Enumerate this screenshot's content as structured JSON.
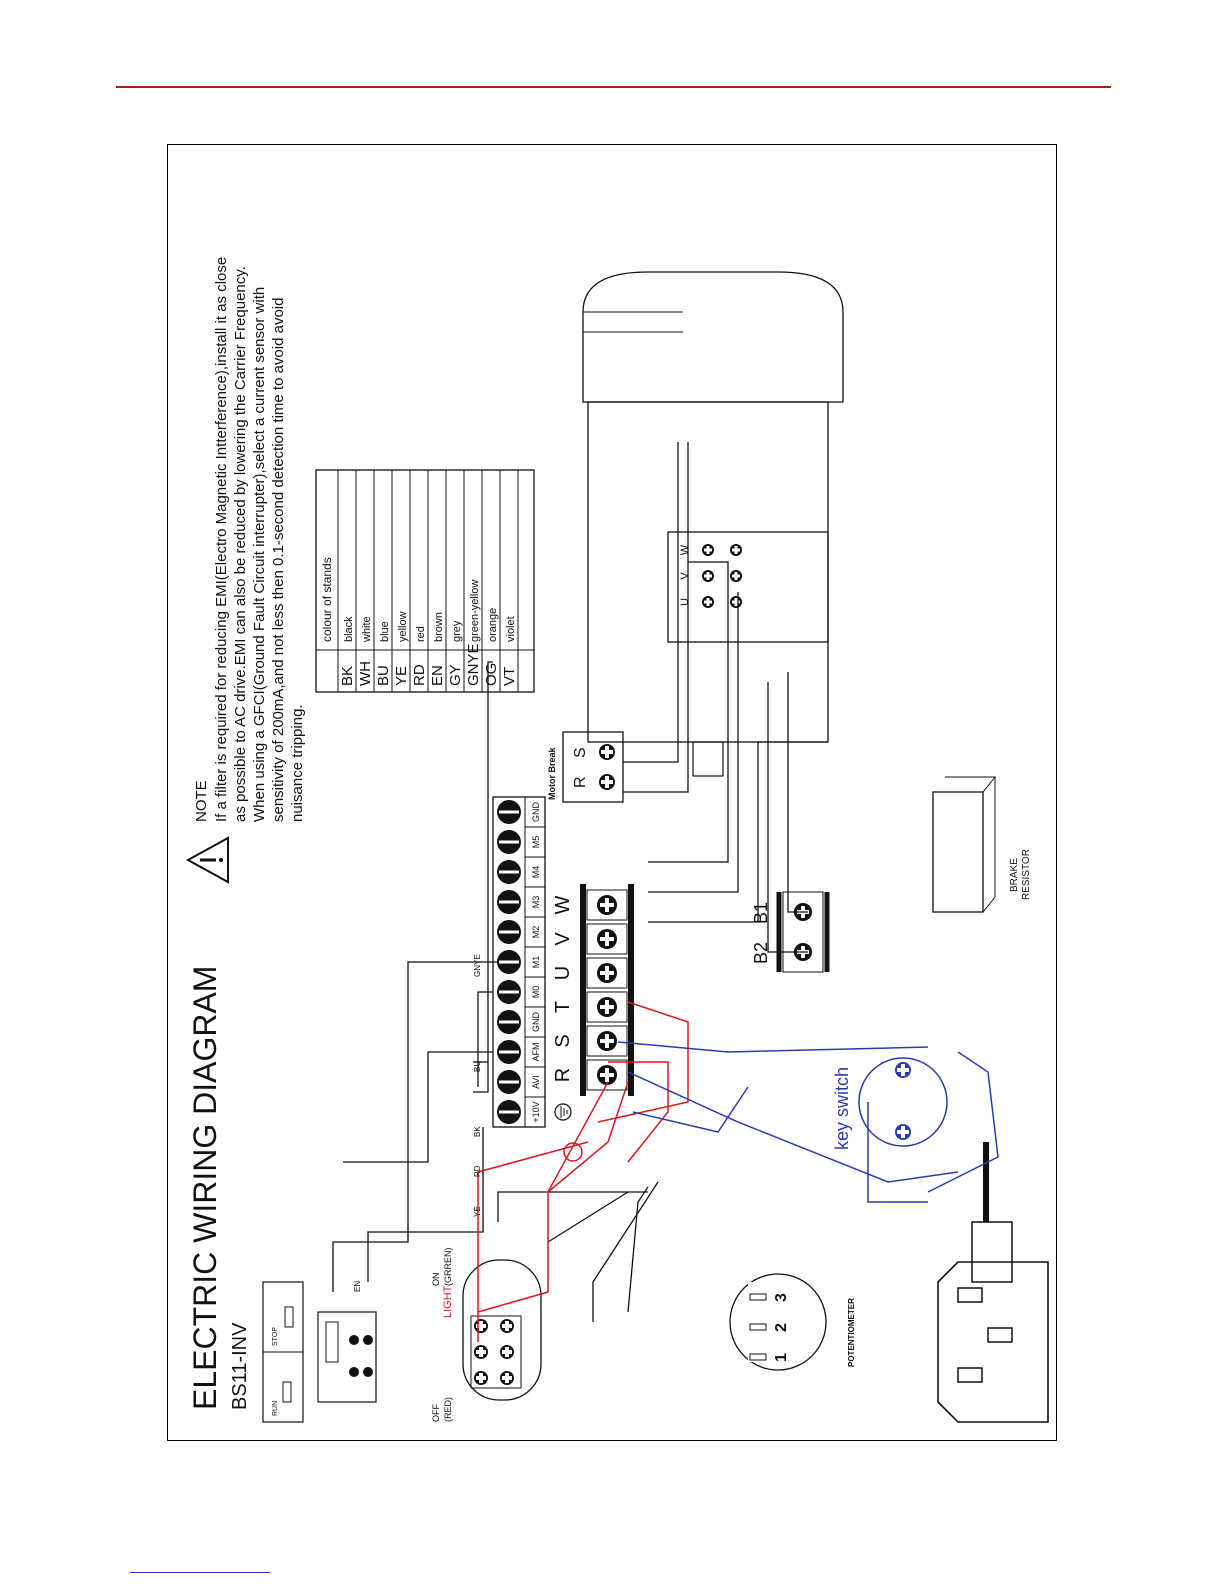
{
  "title": "ELECTRIC WIRING DIAGRAM",
  "model": "BS11-INV",
  "note": {
    "heading": "NOTE",
    "lines": [
      "If a filter is required for reducing EMI(Electro Magnetic Intterference),install it as close",
      "as possible to AC drive.EMI can also be reduced by lowering the Carrier Frequency.",
      "When using a GFCI(Ground Fault Circuit interrupter),select a current sensor with",
      "sensitivity of 200mA,and not less then 0.1-second detection time to avoid avoid",
      "nuisance tripping."
    ]
  },
  "colour_table": {
    "header": "colour of stands",
    "rows": [
      {
        "code": "BK",
        "name": "black"
      },
      {
        "code": "WH",
        "name": "white"
      },
      {
        "code": "BU",
        "name": "blue"
      },
      {
        "code": "YE",
        "name": "yellow"
      },
      {
        "code": "RD",
        "name": "red"
      },
      {
        "code": "EN",
        "name": "brown"
      },
      {
        "code": "GY",
        "name": "grey"
      },
      {
        "code": "GNYE",
        "name": "green-yellow"
      },
      {
        "code": "OG",
        "name": "orange"
      },
      {
        "code": "VT",
        "name": "violet"
      }
    ]
  },
  "control_terminals": [
    "+10V",
    "AVI",
    "AFM",
    "GND",
    "M0",
    "M1",
    "M2",
    "M3",
    "M4",
    "M5",
    "GND"
  ],
  "power_terminals": [
    "R",
    "S",
    "T",
    "U",
    "V",
    "W"
  ],
  "brake_terminals": [
    "B2",
    "B1"
  ],
  "motor_terminals": [
    "U",
    "V",
    "W"
  ],
  "motor_break": {
    "label": "Motor Break",
    "terminals": [
      "R",
      "S"
    ]
  },
  "run_stop": {
    "run": "RUN",
    "stop": "STOP"
  },
  "light": {
    "label": "LIGHT",
    "on": "ON",
    "on_sub": "(GRREN)",
    "off": "OFF",
    "off_sub": "(RED)"
  },
  "potentiometer": {
    "label": "POTENTIOMETER",
    "pins": [
      "1",
      "2",
      "3"
    ]
  },
  "key_switch": "key switch",
  "brake_resistor": [
    "BRAKE",
    "RESISTOR"
  ],
  "wire_labels": {
    "gnye": "GNYE",
    "bu": "BU",
    "bk": "BK",
    "rd": "RD",
    "ye": "YE",
    "en": "EN"
  },
  "colors": {
    "accent_red": "#b01a12",
    "wire_red": "#e0141e",
    "wire_blue": "#2a3bb0",
    "ink": "#111111"
  }
}
